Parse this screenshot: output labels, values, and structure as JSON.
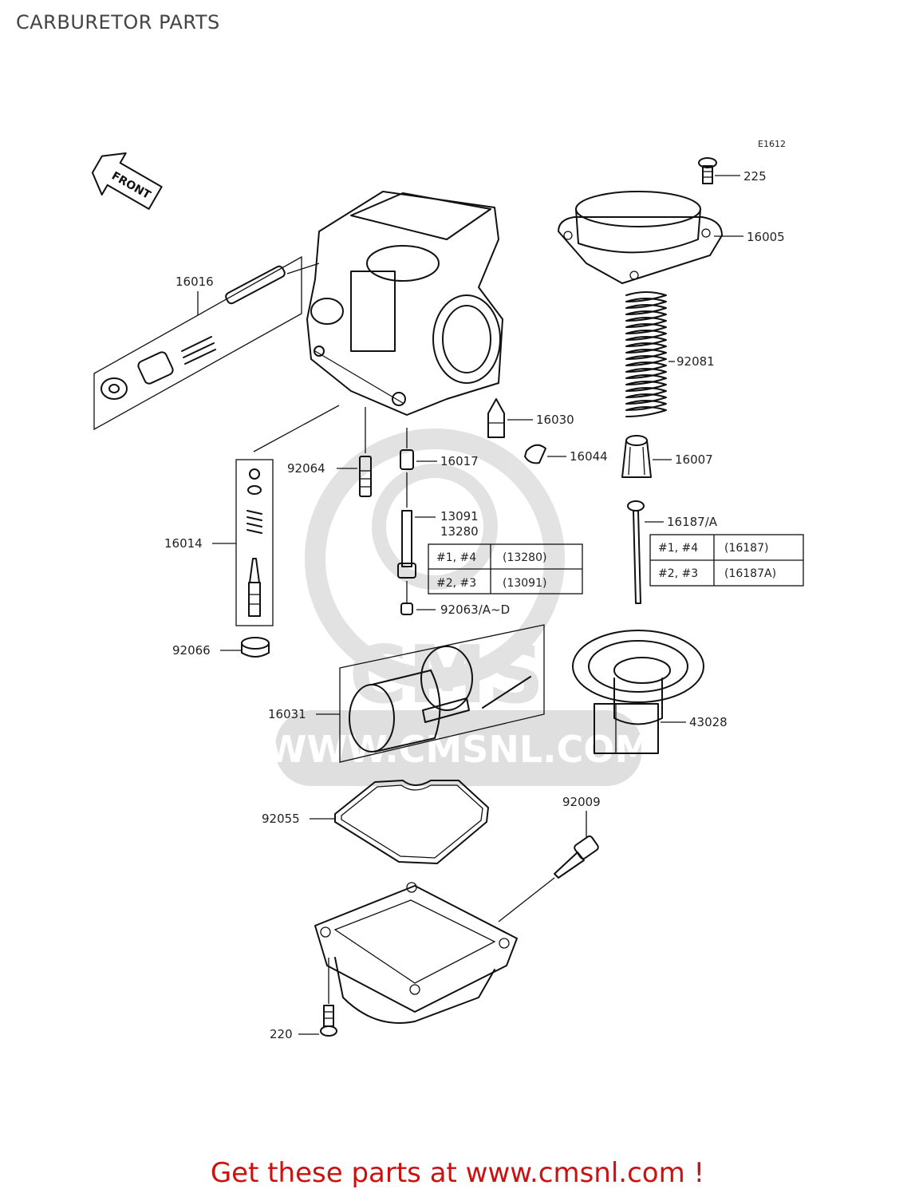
{
  "page": {
    "title": "CARBURETOR PARTS"
  },
  "diagram": {
    "ref_code": "E1612",
    "front_arrow_text": "FRONT",
    "watermark": {
      "text": "WWW.CMSNL.COM",
      "logo_text": "CMS"
    },
    "callouts": {
      "p225": "225",
      "p16005": "16005",
      "p16016": "16016",
      "p92081": "92081",
      "p16030": "16030",
      "p16044": "16044",
      "p16007": "16007",
      "p92064": "92064",
      "p16017": "16017",
      "p13091": "13091",
      "p13280": "13280",
      "p16187": "16187/A",
      "p16014": "16014",
      "p92063": "92063/A~D",
      "p92066": "92066",
      "p16031": "16031",
      "p43028": "43028",
      "p92009": "92009",
      "p92055": "92055",
      "p220": "220"
    },
    "jet_table": {
      "rows": [
        {
          "cyl": "#1, #4",
          "part": "(13280)"
        },
        {
          "cyl": "#2, #3",
          "part": "(13091)"
        }
      ]
    },
    "needle_table": {
      "rows": [
        {
          "cyl": "#1, #4",
          "part": "(16187)"
        },
        {
          "cyl": "#2, #3",
          "part": "(16187A)"
        }
      ]
    }
  },
  "footer": {
    "cta": "Get these parts at www.cmsnl.com !",
    "color": "#cc1111"
  }
}
